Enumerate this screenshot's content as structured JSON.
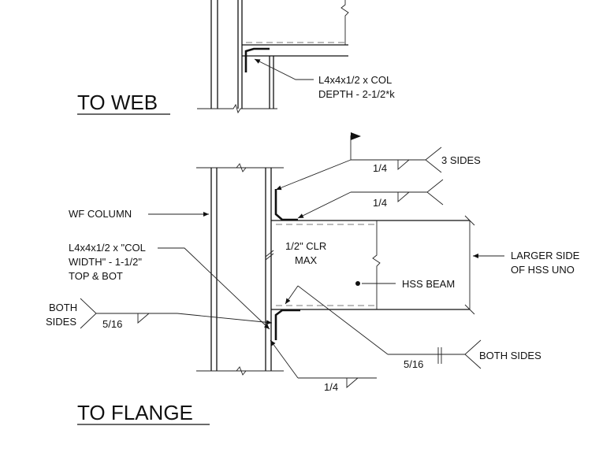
{
  "top_detail": {
    "angle_label_1": "L4x4x1/2 x COL",
    "angle_label_2": "DEPTH - 2-1/2*k",
    "title": "TO WEB"
  },
  "bottom_detail": {
    "title": "TO FLANGE",
    "wf_column": "WF COLUMN",
    "angle_label_1": "L4x4x1/2 x \"COL",
    "angle_label_2": "WIDTH\" - 1-1/2\"",
    "angle_label_3": "TOP & BOT",
    "gap_label_1": "1/2\" CLR",
    "gap_label_2": "MAX",
    "hss_label": "HSS BEAM",
    "larger_side_1": "LARGER SIDE",
    "larger_side_2": "OF HSS UNO",
    "weld_top": {
      "size": "1/4",
      "note": "3 SIDES"
    },
    "weld_second": {
      "size": "1/4"
    },
    "weld_left": {
      "note_1": "BOTH",
      "note_2": "SIDES",
      "size": "5/16"
    },
    "weld_right": {
      "size": "5/16",
      "note": "BOTH SIDES"
    },
    "weld_bottom": {
      "size": "1/4"
    }
  }
}
